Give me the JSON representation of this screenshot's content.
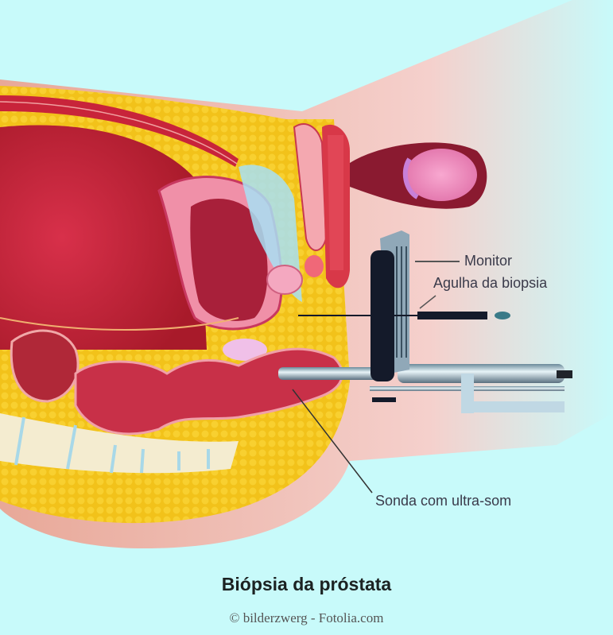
{
  "figure": {
    "title": "Biópsia da próstata",
    "credit": "© bilderzwerg - Fotolia.com",
    "labels": {
      "monitor": "Monitor",
      "needle": "Agulha da biopsia",
      "probe": "Sonda com ultra-som"
    },
    "colors": {
      "background": "#c8fafa",
      "skin": "#f2c6c0",
      "fat": "#f2c21a",
      "muscle": "#c8243a",
      "organ_pink": "#e87898",
      "bone": "#f4ecd0",
      "instrument_dark": "#141a2a",
      "instrument_steel": "#a8c4d0"
    }
  }
}
